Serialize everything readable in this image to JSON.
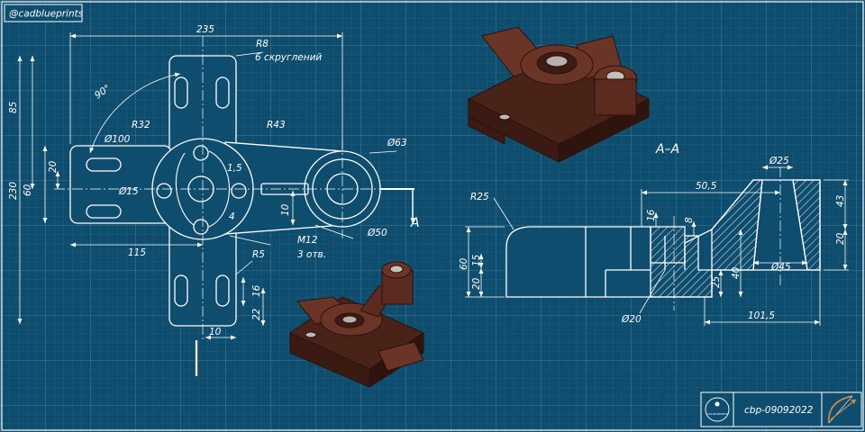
{
  "brand": {
    "handle": "@cadblueprints",
    "stamp_text": "CAD BLUEPRINTS",
    "drawing_code": "cbp-09092022",
    "logo": "bow-and-arrow-icon"
  },
  "colors": {
    "background": "#0f4d6e",
    "grid": "#3f7795",
    "lines": "#ffffff",
    "model": "#5c2f22"
  },
  "plan_view": {
    "dims": {
      "overall_width": "235",
      "corner_radius": "R8",
      "fillet_count": "6 скруглений",
      "angle": "90°",
      "arc_r32": "R32",
      "hub_diameter": "Ø100",
      "arc_r43": "R43",
      "boss_outer": "Ø63",
      "hole_center": "Ø15",
      "gap": "1,5",
      "small_gap": "4",
      "slot_width": "10",
      "boss_inner": "Ø50",
      "thread": "M12",
      "thread_count": "3 отв.",
      "offset_115": "115",
      "r5": "R5",
      "slot_16": "16",
      "slot_22": "22",
      "tab_10": "10",
      "height_85": "85",
      "height_230": "230",
      "height_60": "60",
      "height_20": "20"
    }
  },
  "section_view": {
    "title": "A–A",
    "cut_label": "A",
    "dims": {
      "r25": "R25",
      "d25": "Ø25",
      "len_50_5": "50,5",
      "v16": "16",
      "v8": "8",
      "v43": "43",
      "v20": "20",
      "h60": "60",
      "h15": "15",
      "h20": "20",
      "v25": "25",
      "v40": "40",
      "d45": "Ø45",
      "d20": "Ø20",
      "len_101_5": "101,5"
    }
  }
}
